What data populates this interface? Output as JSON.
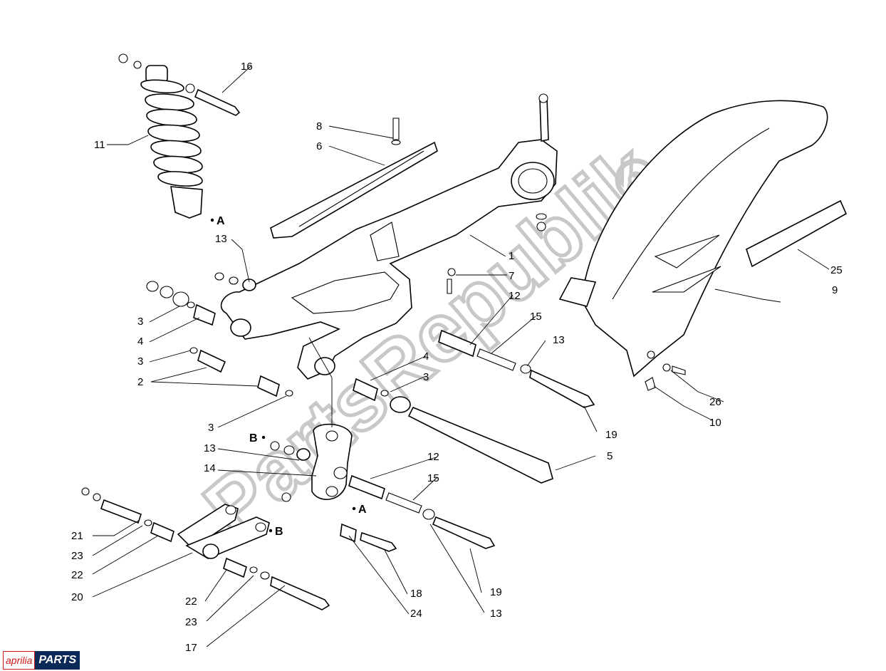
{
  "diagram": {
    "type": "exploded-parts-diagram",
    "watermark": "PartsRepublik",
    "brand": {
      "maker": "aprilia",
      "label": "PARTS"
    },
    "callouts": {
      "c1": "1",
      "c2": "2",
      "c3a": "3",
      "c3b": "3",
      "c3c": "3",
      "c3d": "3",
      "c4a": "4",
      "c4b": "4",
      "c5": "5",
      "c6": "6",
      "c7": "7",
      "c8": "8",
      "c9": "9",
      "c10": "10",
      "c11": "11",
      "c12a": "12",
      "c12b": "12",
      "c13a": "13",
      "c13b": "13",
      "c13c": "13",
      "c13d": "13",
      "c14": "14",
      "c15a": "15",
      "c15b": "15",
      "c16": "16",
      "c17": "17",
      "c18": "18",
      "c19a": "19",
      "c19b": "19",
      "c20": "20",
      "c21": "21",
      "c22a": "22",
      "c22b": "22",
      "c23a": "23",
      "c23b": "23",
      "c24": "24",
      "c25": "25",
      "c26": "26"
    },
    "reference_letters": {
      "a1": "A",
      "a2": "A",
      "b1": "B",
      "b2": "B"
    }
  }
}
